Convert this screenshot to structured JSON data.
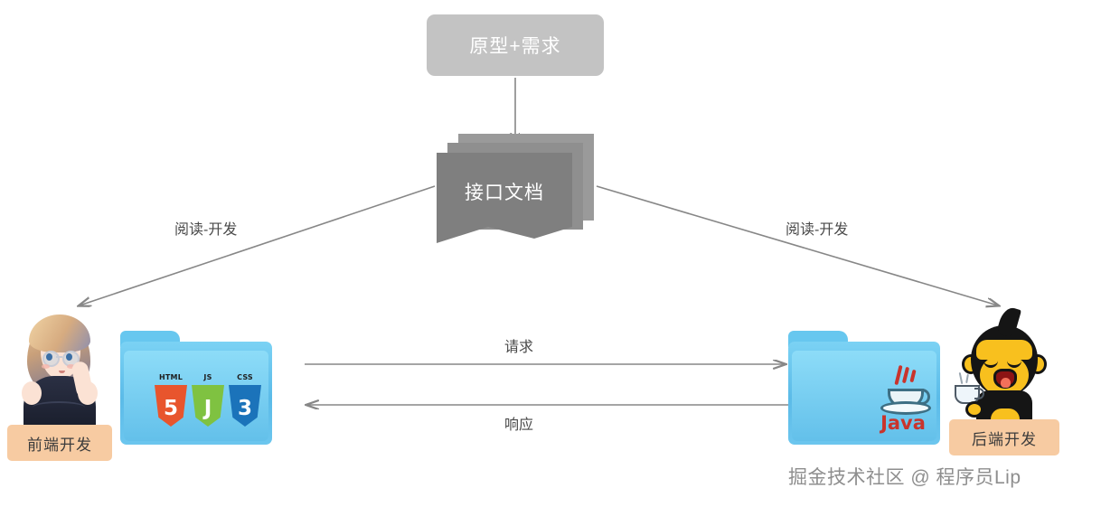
{
  "diagram": {
    "title_node": {
      "label": "原型+需求",
      "fill": "#c3c3c3",
      "text_color": "#ffffff"
    },
    "doc_node": {
      "label": "接口文档",
      "fill": "#7f7f7f",
      "text_color": "#ffffff"
    },
    "edges": [
      {
        "name": "spec-to-doc",
        "label": "",
        "from": "原型+需求",
        "to": "接口文档",
        "direction": "down"
      },
      {
        "name": "doc-to-frontend",
        "label": "阅读-开发",
        "from": "接口文档",
        "to": "前端开发",
        "direction": "down-left"
      },
      {
        "name": "doc-to-backend",
        "label": "阅读-开发",
        "from": "接口文档",
        "to": "后端开发",
        "direction": "down-right"
      },
      {
        "name": "frontend-to-backend",
        "label": "请求",
        "from": "前端开发",
        "to": "后端开发",
        "direction": "right"
      },
      {
        "name": "backend-to-frontend",
        "label": "响应",
        "from": "后端开发",
        "to": "前端开发",
        "direction": "left"
      }
    ],
    "edge_color": "#878787"
  },
  "frontend": {
    "badge_label": "前端开发",
    "badge_fill": "#f7cba2",
    "avatar_name": "anime-girl-avatar",
    "folder": {
      "name": "frontend-folder",
      "fill": "#6cc6ee",
      "tech": [
        {
          "caption": "HTML",
          "glyph": "5",
          "color": "#e8552d"
        },
        {
          "caption": "JS",
          "glyph": "J",
          "color": "#7fc241"
        },
        {
          "caption": "CSS",
          "glyph": "3",
          "color": "#1b73ba"
        }
      ]
    }
  },
  "backend": {
    "badge_label": "后端开发",
    "badge_fill": "#f7cba2",
    "avatar_name": "monkey-mascot-avatar",
    "folder": {
      "name": "backend-folder",
      "fill": "#6cc6ee",
      "tech_label": "Java",
      "tech_color": "#c9342c"
    }
  },
  "watermark": {
    "text": "掘金技术社区 @ 程序员Lip",
    "color": "#8e8e8e"
  }
}
